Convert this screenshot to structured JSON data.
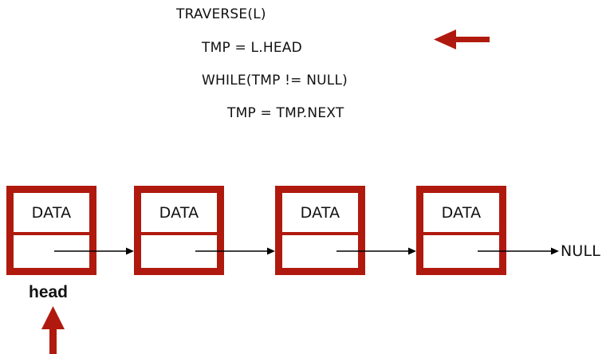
{
  "pseudocode": {
    "lines": [
      "TRAVERSE(L)",
      "TMP = L.HEAD",
      "WHILE(TMP != NULL)",
      "TMP = TMP.NEXT"
    ]
  },
  "nodes": [
    {
      "label": "DATA"
    },
    {
      "label": "DATA"
    },
    {
      "label": "DATA"
    },
    {
      "label": "DATA"
    }
  ],
  "null_label": "NULL",
  "head_label": "head",
  "colors": {
    "node_border": "#b01a0e",
    "current_line_arrow": "#b01a0e",
    "head_arrow": "#b01a0e",
    "link": "#000000"
  },
  "icons": {
    "current_line_marker": "left-arrow-icon",
    "head_pointer": "up-arrow-icon"
  }
}
